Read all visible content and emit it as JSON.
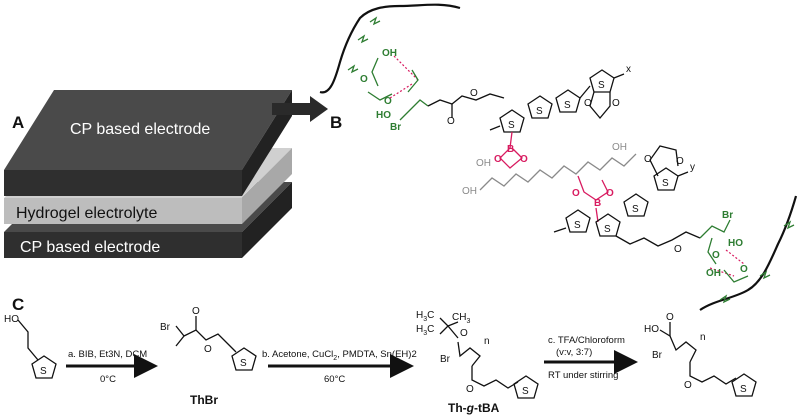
{
  "panels": {
    "a": "A",
    "b": "B",
    "c": "C"
  },
  "layers": {
    "top_electrode": "CP based electrode",
    "electrolyte": "Hydrogel electrolyte",
    "bottom_electrode": "CP based electrode"
  },
  "structure_labels": {
    "oh": "OH",
    "o": "O",
    "ho": "HO",
    "br": "Br",
    "boron": "B",
    "sulfur": "S",
    "n_sub": "n",
    "x_sub": "x",
    "y_sub": "y"
  },
  "scheme": {
    "reagent_a": "a. BIB, Et3N, DCM",
    "temp_a": "0°C",
    "reagent_b": "b. Acetone, CuCl",
    "reagent_b_sub": "2",
    "reagent_b_rest": ", PMDTA, Sn(EH)2",
    "temp_b": "60°C",
    "reagent_c": "c. TFA/Chloroform",
    "ratio_c": "(v:v, 3:7)",
    "cond_c": "RT under stirring",
    "cmpd_1": "ThBr",
    "cmpd_2_a": "Th-",
    "cmpd_2_b": "g",
    "cmpd_2_c": "-tBA",
    "ho_label": "HO",
    "br_label": "Br",
    "ch3_label": "CH",
    "ch3_sub": "3",
    "h3c_label": "H",
    "h3c_sub": "3",
    "h3c_c": "C"
  },
  "colors": {
    "dark_layer": "#3a3a3a",
    "electrolyte": "#bdbdbd",
    "boronate": "#d81b60",
    "acid_group": "#2e7d32",
    "pva_chain": "#8a8a8a"
  }
}
